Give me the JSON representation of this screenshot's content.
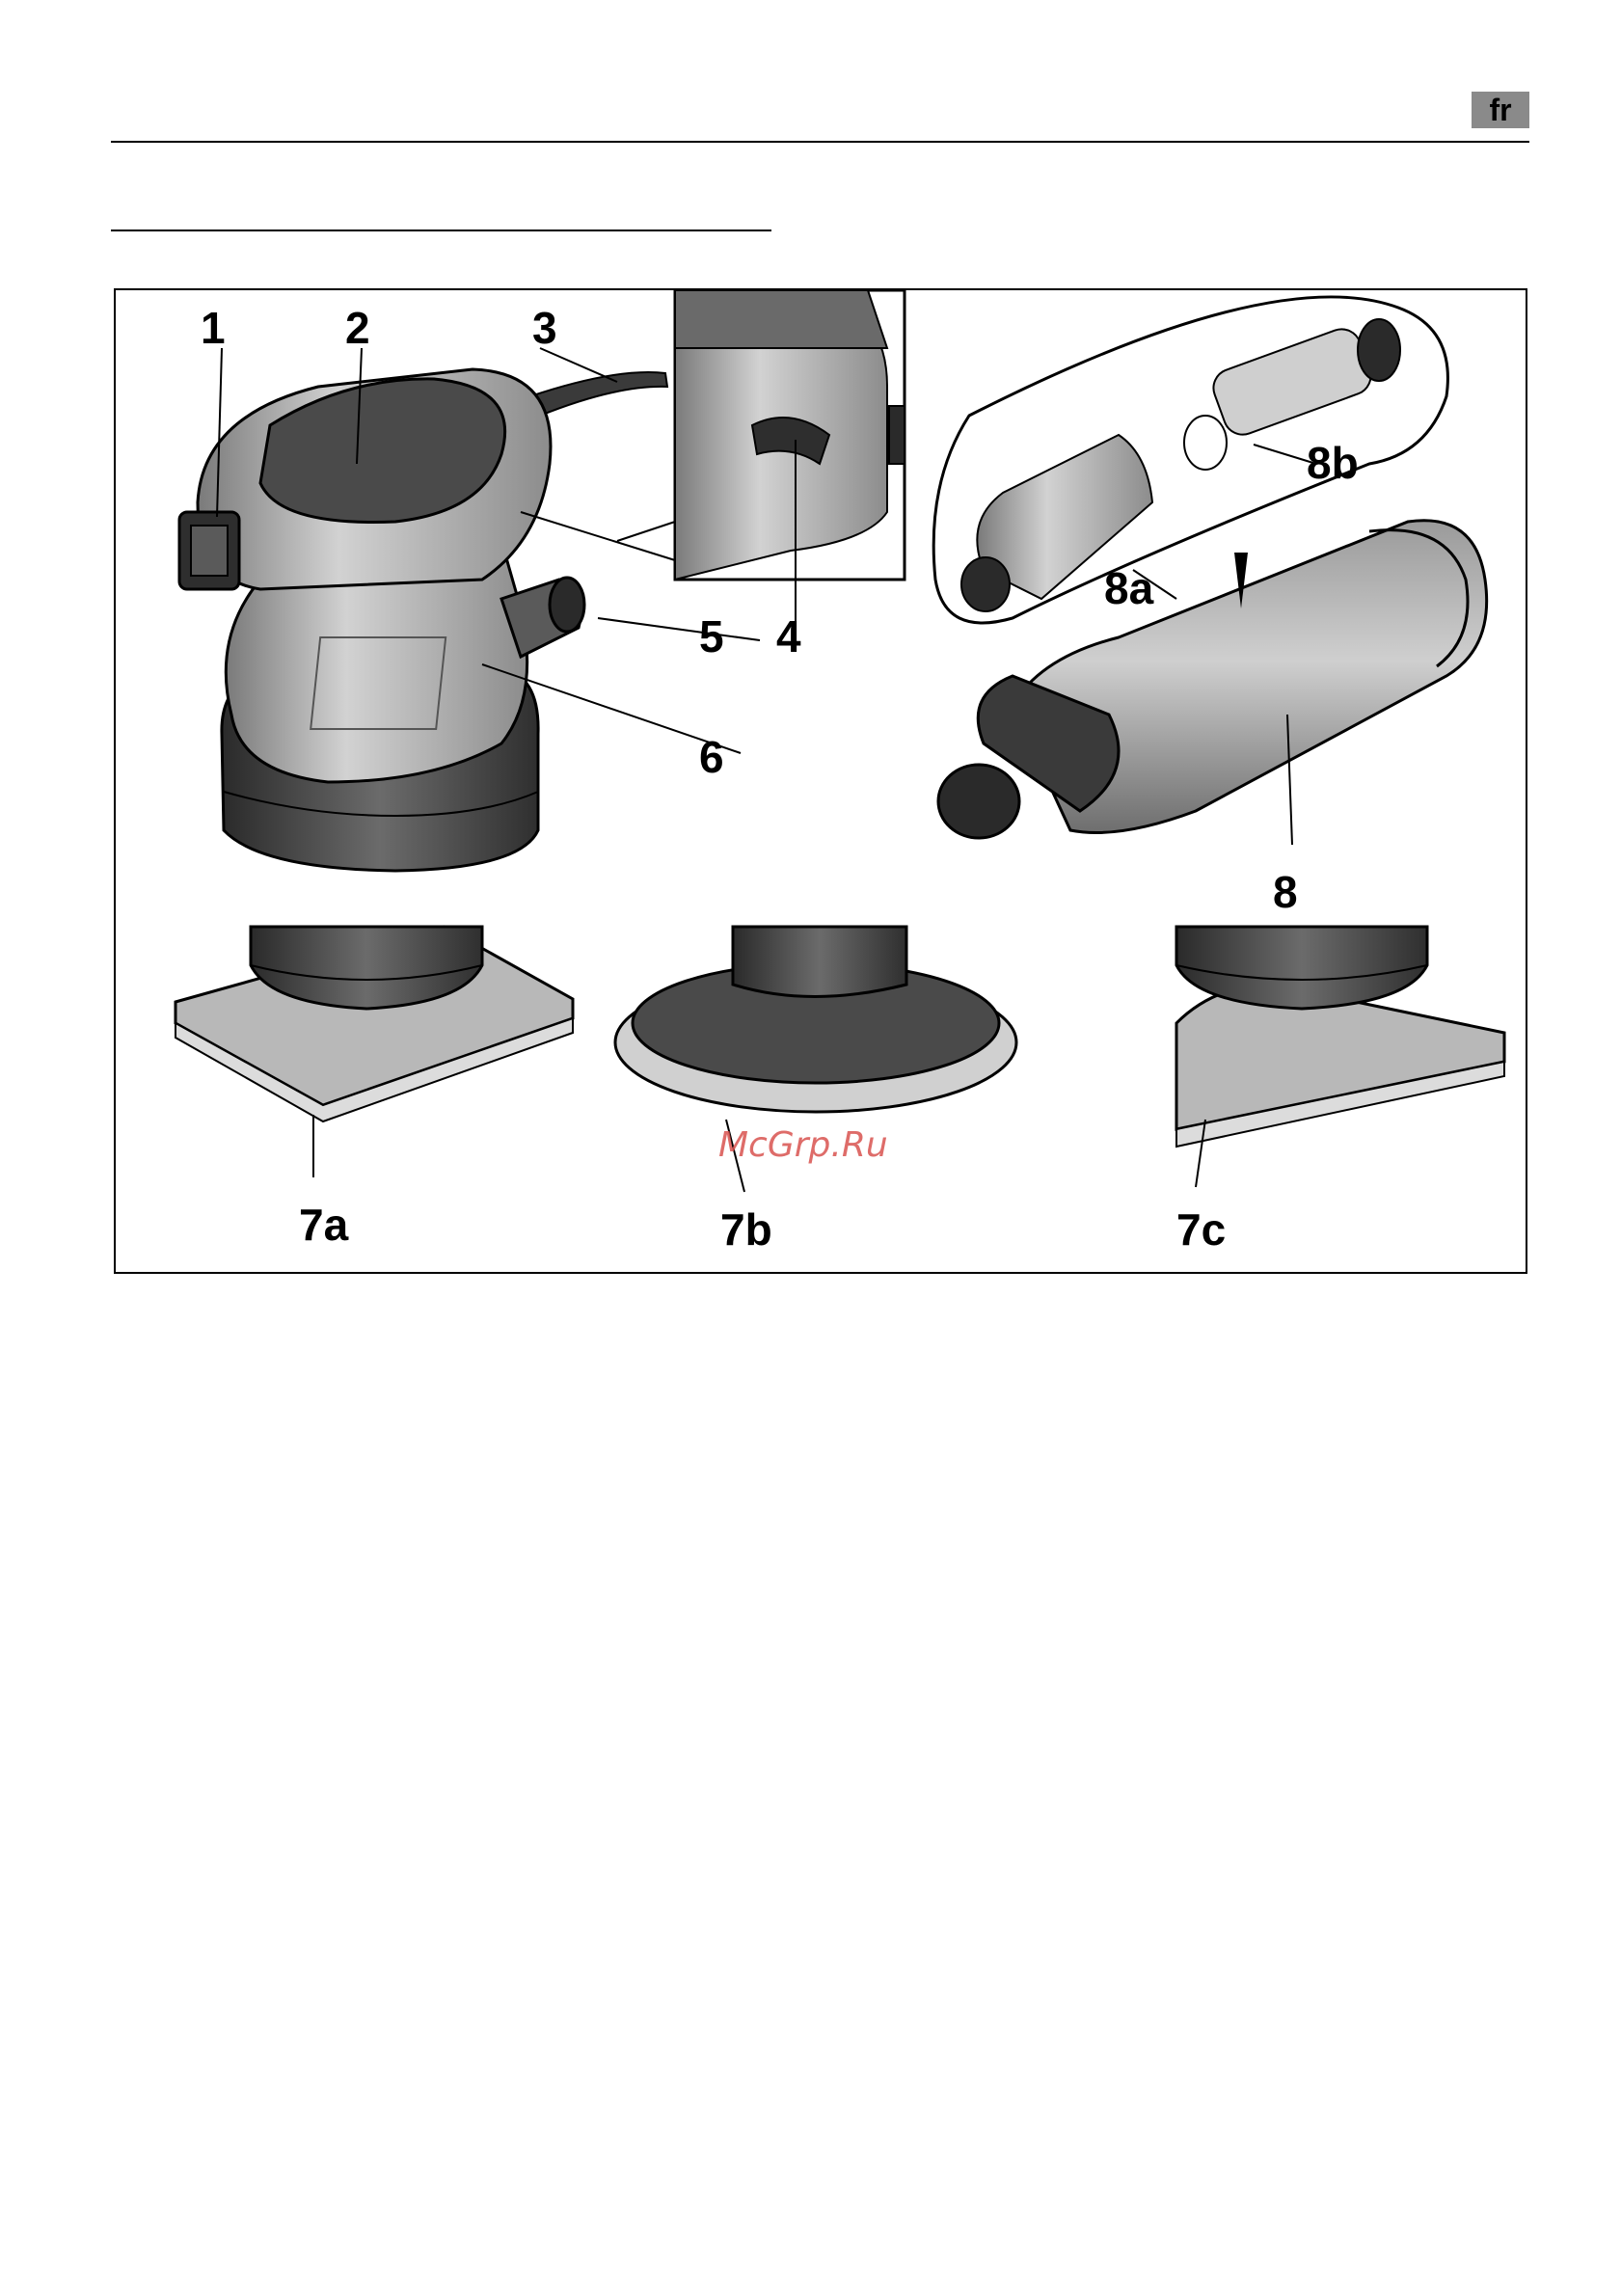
{
  "header": {
    "language_badge": "fr"
  },
  "figure": {
    "callouts": {
      "c1": "1",
      "c2": "2",
      "c3": "3",
      "c4": "4",
      "c5": "5",
      "c6": "6",
      "c7a": "7a",
      "c7b": "7b",
      "c7c": "7c",
      "c8": "8",
      "c8a": "8a",
      "c8b": "8b"
    },
    "watermark": "McGrp.Ru"
  }
}
